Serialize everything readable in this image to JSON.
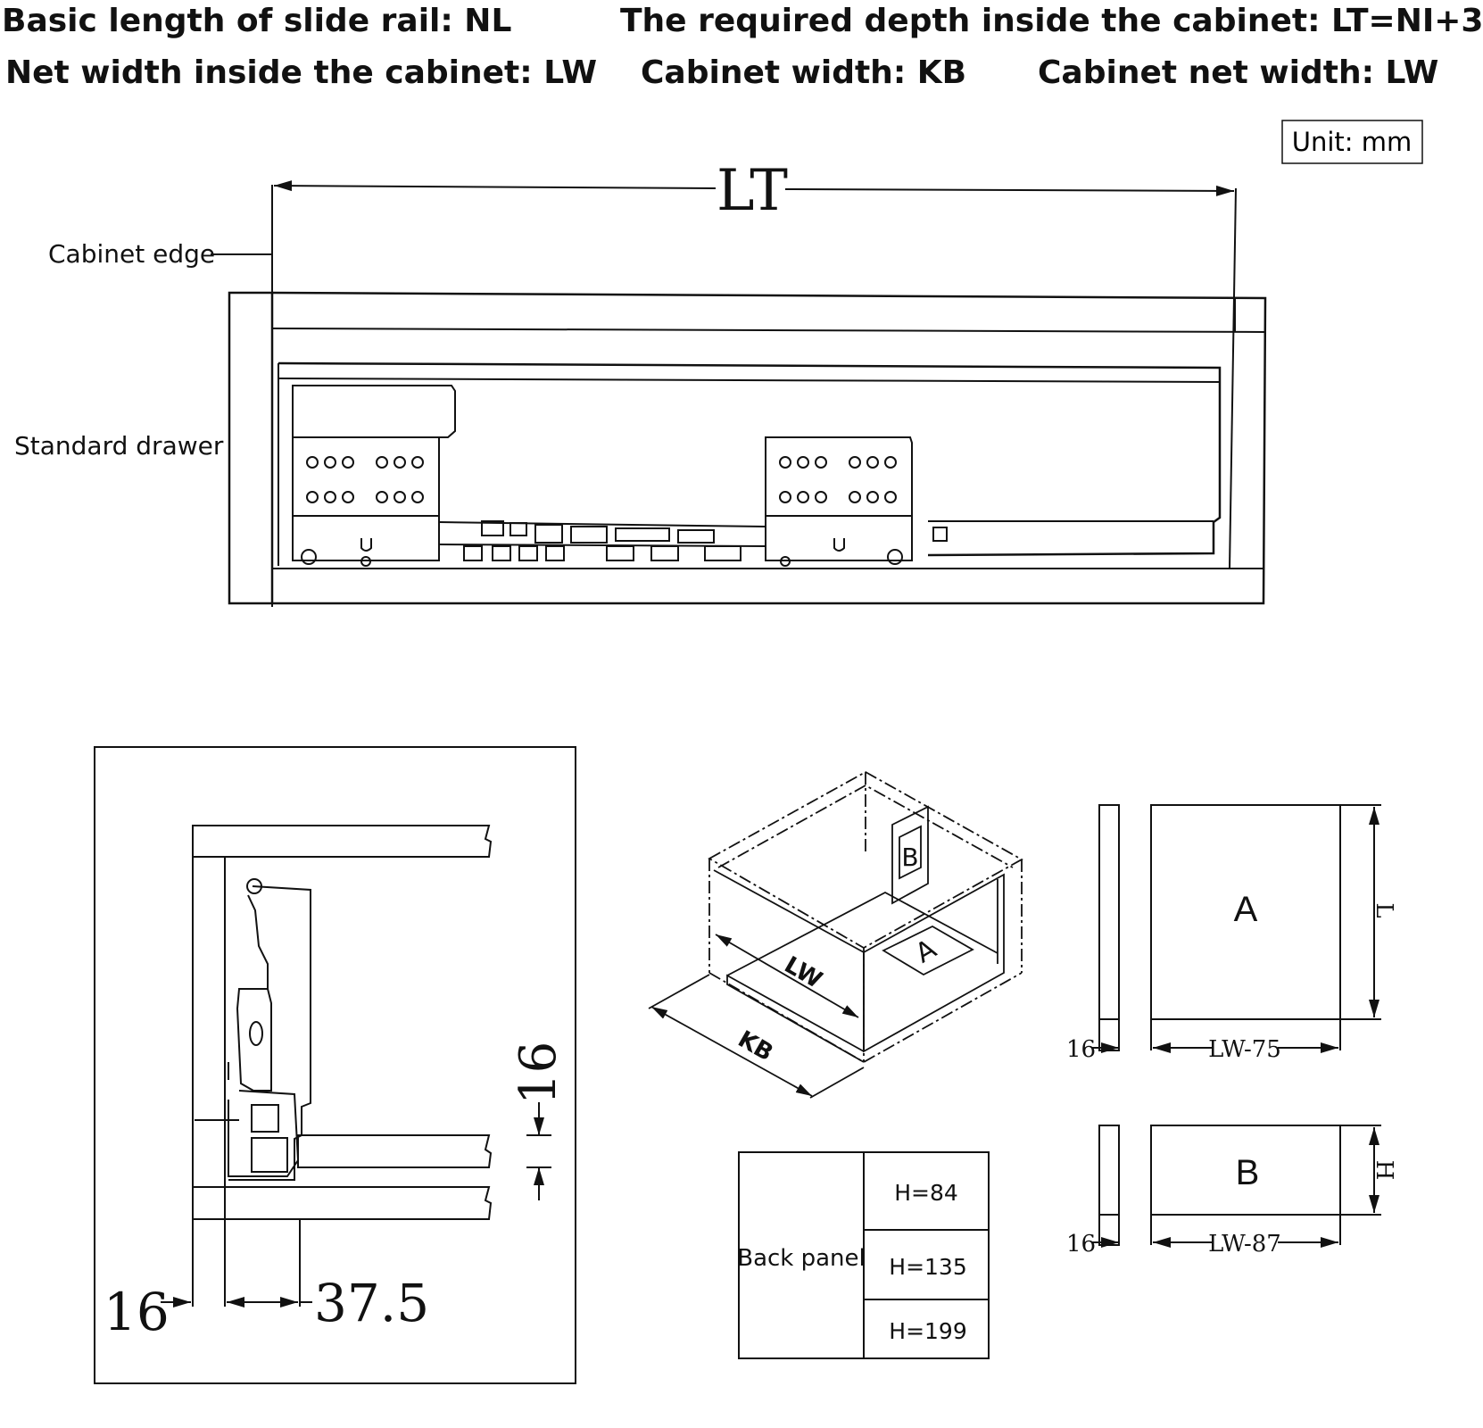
{
  "header": {
    "basic_length": "Basic length of slide rail: NL",
    "required_depth": "The required depth inside the cabinet: LT=NI+3",
    "net_width": "Net width inside the cabinet: LW",
    "cabinet_width": "Cabinet width: KB",
    "cabinet_net_width": "Cabinet net width: LW"
  },
  "unit": "Unit: mm",
  "side_view": {
    "lt_label": "LT",
    "cabinet_edge": "Cabinet edge",
    "standard_drawer": "Standard drawer"
  },
  "section_view": {
    "dim_16_vertical": "16",
    "dim_16_horizontal": "16",
    "dim_37_5": "37.5"
  },
  "iso_view": {
    "label_b": "B",
    "label_a": "A",
    "label_lw": "LW",
    "label_kb": "KB"
  },
  "back_panel_table": {
    "title": "Back panel",
    "heights": [
      "H=84",
      "H=135",
      "H=199"
    ]
  },
  "panel_a": {
    "label": "A",
    "thickness": "16",
    "width": "LW-75",
    "length": "L"
  },
  "panel_b": {
    "label": "B",
    "thickness": "16",
    "width": "LW-87",
    "height": "H"
  }
}
